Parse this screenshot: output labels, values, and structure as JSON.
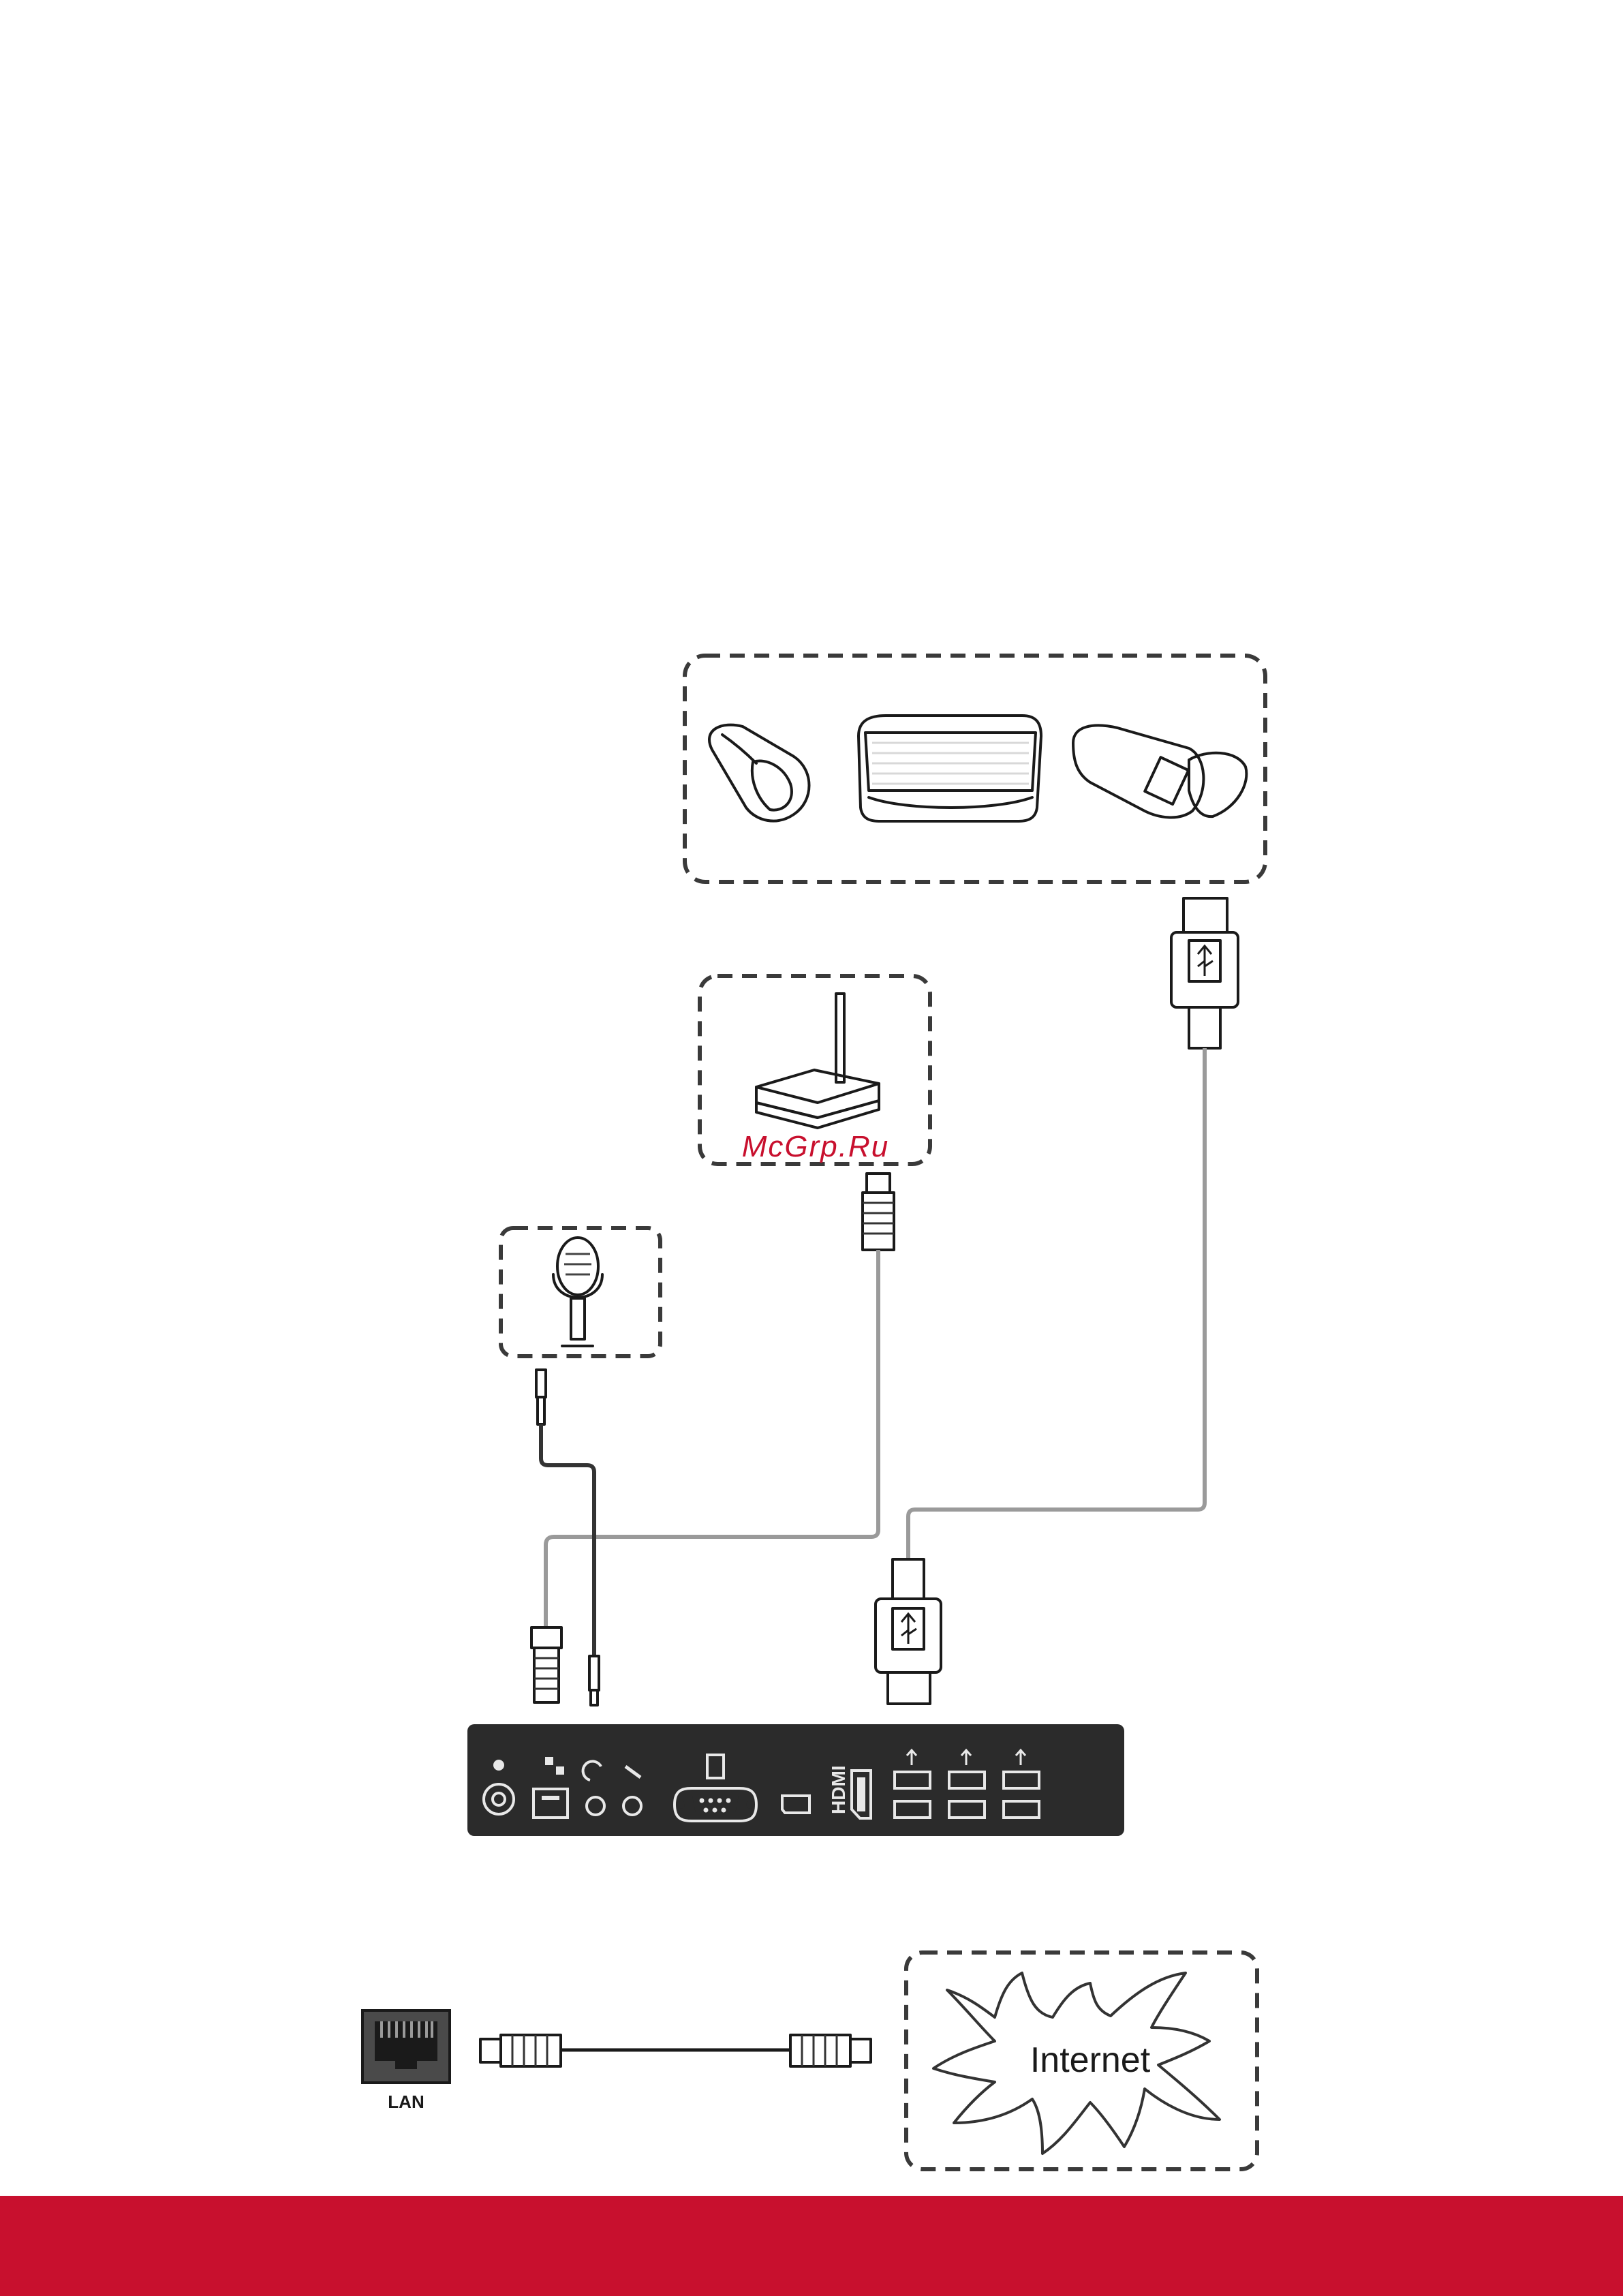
{
  "watermark": {
    "text": "McGrp.Ru",
    "color": "#c8102e"
  },
  "labels": {
    "lan": "LAN",
    "internet": "Internet",
    "hdmi": "HDMI"
  },
  "icons": [
    "mouse-icon",
    "keyboard-icon",
    "usb-flash-drive-icon",
    "router-icon",
    "microphone-icon",
    "usb-connector-icon",
    "rj45-connector-icon",
    "audio-jack-icon",
    "power-port-icon",
    "lan-port-icon",
    "headphone-icon",
    "mic-port-icon",
    "rs232-port-icon",
    "mini-displayport-icon",
    "hdmi-port-icon",
    "usb-port-icon",
    "cloud-icon",
    "lan-wall-socket-icon"
  ],
  "colors": {
    "footer": "#c8102e",
    "panel": "#2b2b2b",
    "cable_grey": "#9a9a9a",
    "cable_dark": "#333333"
  }
}
